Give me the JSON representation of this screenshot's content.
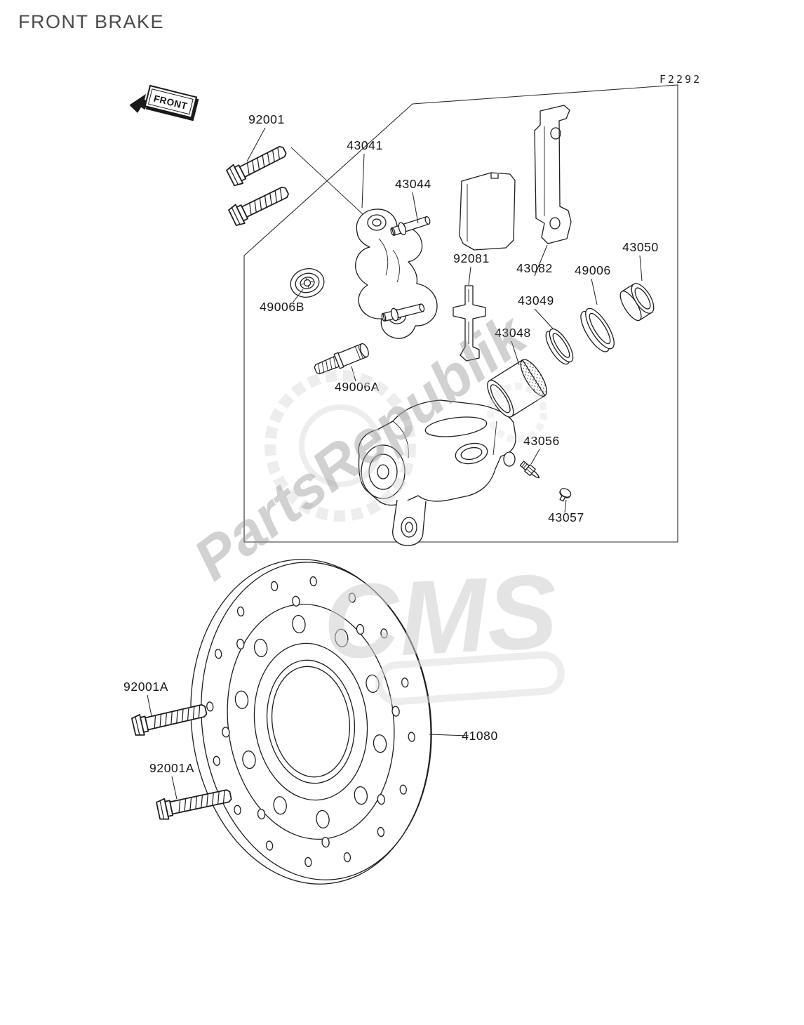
{
  "page": {
    "title": "FRONT BRAKE",
    "figure_code": "F2292",
    "front_flag_label": "FRONT",
    "watermark": {
      "text1": "PartsRepublik",
      "text2": "CMS"
    }
  },
  "parts": [
    {
      "label": "92001"
    },
    {
      "label": "43041"
    },
    {
      "label": "43044"
    },
    {
      "label": "92081"
    },
    {
      "label": "43082"
    },
    {
      "label": "49006"
    },
    {
      "label": "43050"
    },
    {
      "label": "49006B"
    },
    {
      "label": "43049"
    },
    {
      "label": "43048"
    },
    {
      "label": "49006A"
    },
    {
      "label": "43056"
    },
    {
      "label": "43057"
    },
    {
      "label": "92001A"
    },
    {
      "label": "92001A"
    },
    {
      "label": "41080"
    }
  ]
}
